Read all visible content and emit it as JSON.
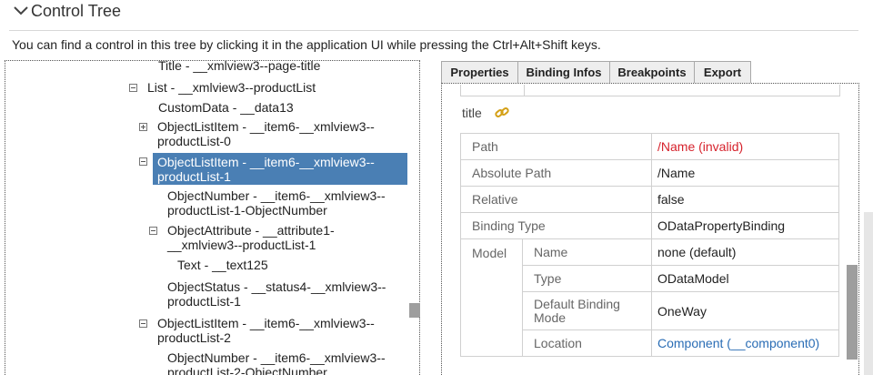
{
  "header": {
    "title": "Control Tree",
    "instruction": "You can find a control in this tree by clicking it in the application UI while pressing the Ctrl+Alt+Shift keys."
  },
  "tree": {
    "items": [
      {
        "line1": "Title - __xmlview3--page-title",
        "line2": ""
      },
      {
        "line1": "List - __xmlview3--productList",
        "line2": ""
      },
      {
        "line1": "CustomData - __data13",
        "line2": ""
      },
      {
        "line1": "ObjectListItem - __item6-__xmlview3--",
        "line2": "productList-0"
      },
      {
        "line1": "ObjectListItem - __item6-__xmlview3--",
        "line2": "productList-1"
      },
      {
        "line1": "ObjectNumber - __item6-__xmlview3--",
        "line2": "productList-1-ObjectNumber"
      },
      {
        "line1": "ObjectAttribute - __attribute1-",
        "line2": "__xmlview3--productList-1"
      },
      {
        "line1": "Text - __text125",
        "line2": ""
      },
      {
        "line1": "ObjectStatus - __status4-__xmlview3--",
        "line2": "productList-1"
      },
      {
        "line1": "ObjectListItem - __item6-__xmlview3--",
        "line2": "productList-2"
      },
      {
        "line1": "ObjectNumber - __item6-__xmlview3--",
        "line2": "productList-2-ObjectNumber"
      }
    ]
  },
  "tabs": [
    "Properties",
    "Binding Infos",
    "Breakpoints",
    "Export"
  ],
  "binding": {
    "title": "title",
    "rows": {
      "path": {
        "label": "Path",
        "value": "/Name (invalid)"
      },
      "absolute_path": {
        "label": "Absolute Path",
        "value": "/Name"
      },
      "relative": {
        "label": "Relative",
        "value": "false"
      },
      "binding_type": {
        "label": "Binding Type",
        "value": "ODataPropertyBinding"
      }
    },
    "model": {
      "label": "Model",
      "name": {
        "label": "Name",
        "value": "none (default)"
      },
      "type": {
        "label": "Type",
        "value": "ODataModel"
      },
      "default_mode": {
        "label": "Default Binding Mode",
        "value": "OneWay"
      },
      "location": {
        "label": "Location",
        "value": "Component (__component0)"
      }
    }
  },
  "colors": {
    "selected": "#4a7fb4",
    "invalid": "#d6222c",
    "link": "#2a6db5"
  },
  "icons": [
    "chevron-down-icon",
    "collapse-icon",
    "expand-icon",
    "link-icon"
  ]
}
